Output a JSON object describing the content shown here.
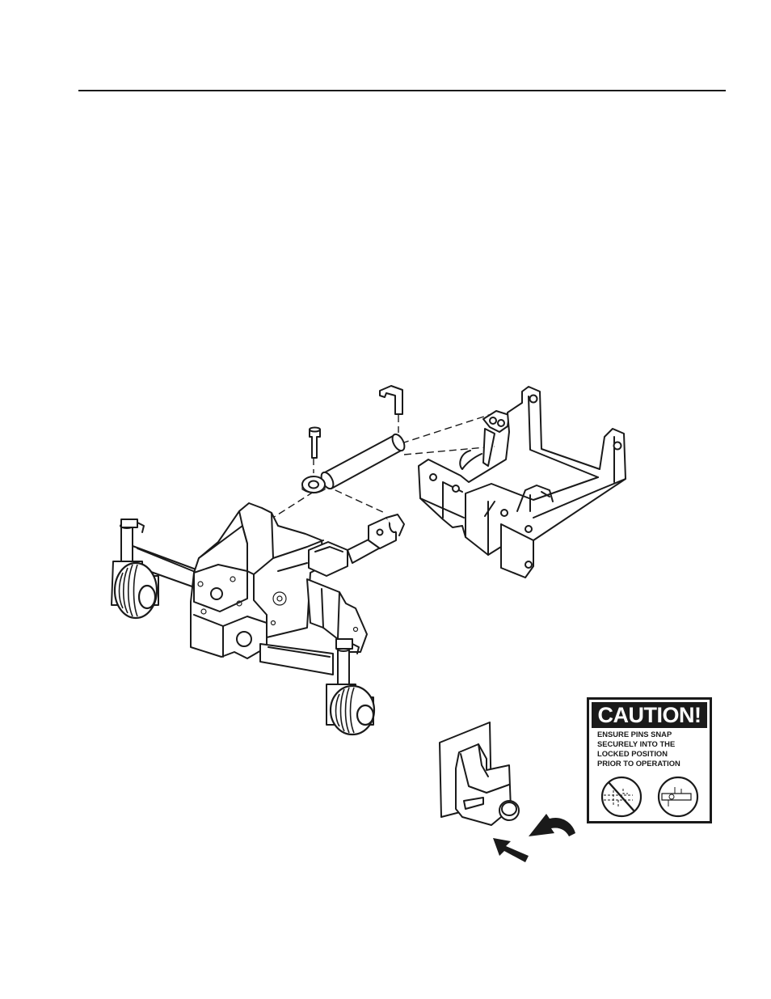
{
  "caution_decal": {
    "heading": "CAUTION!",
    "lines": [
      "ENSURE PINS SNAP",
      "SECURELY INTO THE",
      "LOCKED POSITION",
      "PRIOR TO OPERATION"
    ]
  }
}
